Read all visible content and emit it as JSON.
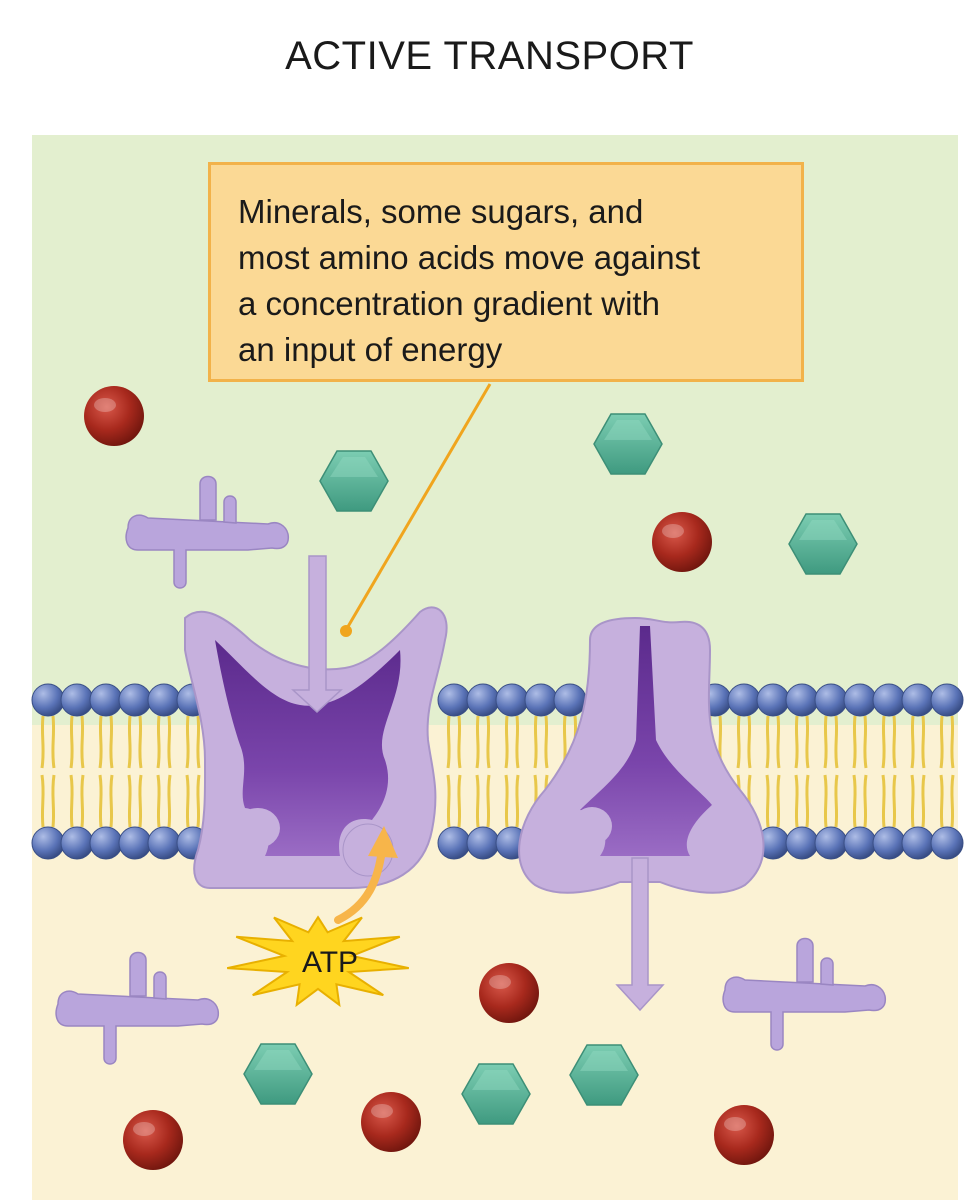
{
  "title": "ACTIVE TRANSPORT",
  "callout": {
    "lines": [
      "Minerals, some sugars, and",
      "most amino acids move against",
      "a concentration gradient with",
      "an input of energy"
    ]
  },
  "atp_label": "ATP",
  "colors": {
    "outside": "#e3efcf",
    "inside": "#fbf2d4",
    "callout_fill": "#fbd995",
    "callout_border": "#f2b24a",
    "leader_line": "#f0a51e",
    "protein_light": "#c6b0dd",
    "protein_dark": "#6a3a9a",
    "phospholipid_head": "#5a73b7",
    "phospholipid_tail": "#e8c74a",
    "sugar": "#5bb69a",
    "mineral": "#a8291d",
    "amino_acid": "#b9a5dc",
    "atp": "#ffd51f"
  },
  "icons": [
    "mineral-ion-icon",
    "sugar-hexagon-icon",
    "amino-acid-icon",
    "atp-starburst-icon",
    "phospholipid-icon",
    "carrier-protein-icon"
  ]
}
